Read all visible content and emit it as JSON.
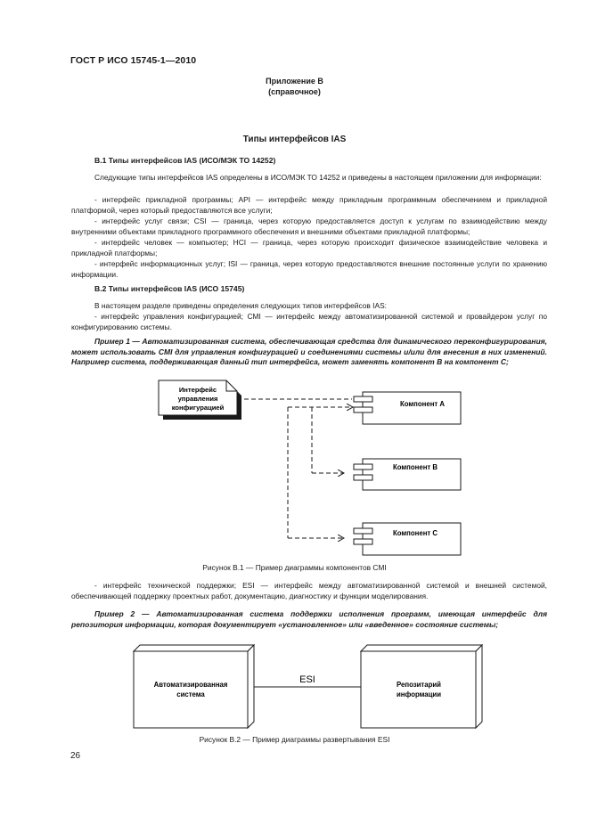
{
  "header": {
    "doc_id": "ГОСТ Р ИСО 15745-1—2010"
  },
  "appendix": {
    "label": "Приложение В",
    "note": "(справочное)"
  },
  "title": "Типы интерфейсов IAS",
  "section_b1": {
    "heading": "В.1  Типы интерфейсов IAS (ИСО/МЭК ТО 14252)",
    "intro": "Следующие типы интерфейсов IAS определены в ИСО/МЭК ТО 14252 и приведены в настоящем приложении для информации:",
    "items": [
      "- интерфейс прикладной программы; API — интерфейс между прикладным программным обеспечением и прикладной платформой, через который предоставляются все услуги;",
      "- интерфейс услуг связи; CSI — граница, через которую предоставляется доступ к услугам по взаимодействию между внутренними объектами прикладного программного обеспечения и внешними объектами прикладной платформы;",
      "- интерфейс человек — компьютер; HCI — граница, через которую происходит физическое взаимодействие человека и прикладной платформы;",
      "- интерфейс информационных услуг; ISI — граница, через которую предоставляются внешние постоянные услуги по хранению информации."
    ]
  },
  "section_b2": {
    "heading": "В.2  Типы интерфейсов IAS (ИСО 15745)",
    "intro": "В настоящем разделе приведены определения следующих типов интерфейсов IAS:",
    "item_cmi": "- интерфейс управления конфигурацией; CMI — интерфейс между автоматизированной системой и провайдером услуг по конфигурированию системы.",
    "example1": "Пример 1 — Автоматизированная система, обеспечивающая средства для динамического переконфигурирования, может использовать CMI для управления конфигурацией и соединениями системы и/или для внесения в них изменений. Например система, поддерживающая данный тип интерфейса, может заменять компонент В на компонент С;",
    "figure1": {
      "note_lines": [
        "Интерфейс",
        "управления",
        "конфигурацией"
      ],
      "component_a": "Компонент А",
      "component_b": "Компонент В",
      "component_c": "Компонент С",
      "caption": "Рисунок В.1 — Пример диаграммы компонентов CMI"
    },
    "item_esi": "- интерфейс технической поддержки; ESI — интерфейс между автоматизированной системой и внешней системой, обеспечивающей поддержку проектных работ, документацию, диагностику и функции моделирования.",
    "example2": "Пример 2 — Автоматизированная система поддержки исполнения программ, имеющая интерфейс для репозитория информации, которая документирует «установленное» или «введенное» состояние системы;",
    "figure2": {
      "node_left_lines": [
        "Автоматизированная",
        "система"
      ],
      "link_label": "ESI",
      "node_right_lines": [
        "Репозитарий",
        "информации"
      ],
      "caption": "Рисунок В.2 — Пример диаграммы развертывания ESI"
    }
  },
  "page_number": "26"
}
